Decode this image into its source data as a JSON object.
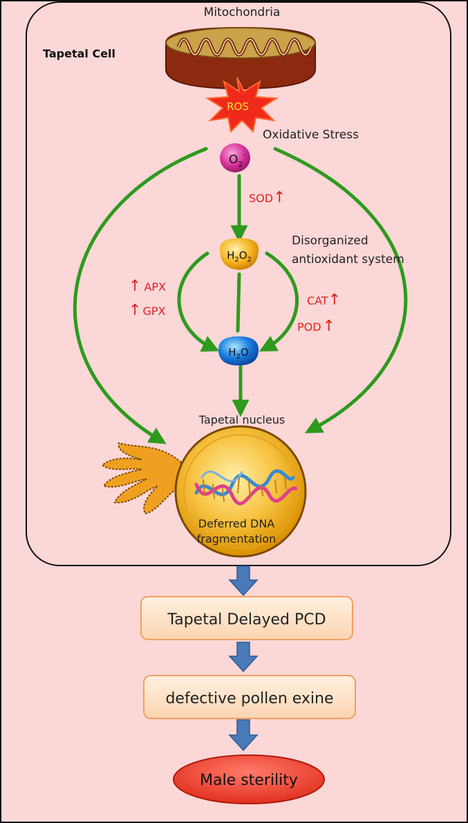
{
  "cell": {
    "title": "Tapetal Cell",
    "organelle_label": "Mitochondria",
    "ros_label": "ROS",
    "stress_label": "Oxidative Stress",
    "disorganized_line1": "Disorganized",
    "disorganized_line2": "antioxidant system",
    "nucleus_label": "Tapetal nucleus",
    "dna_line1": "Deferred DNA",
    "dna_line2": "fragmentation"
  },
  "molecules": {
    "superoxide": {
      "base": "O",
      "sub": "2",
      "sup": "-"
    },
    "peroxide": {
      "base1": "H",
      "sub1": "2",
      "base2": "O",
      "sub2": "2"
    },
    "water": {
      "base1": "H",
      "sub1": "2",
      "base2": "O"
    }
  },
  "enzymes": {
    "sod": "SOD",
    "apx": "APX",
    "gpx": "GPX",
    "cat": "CAT",
    "pod": "POD",
    "up_arrow": "↑"
  },
  "flow": {
    "step1": "Tapetal Delayed PCD",
    "step2": "defective pollen exine",
    "outcome": "Male sterility"
  },
  "colors": {
    "background": "#fbd7d7",
    "arrow_green": "#2e9a1e",
    "enzyme_red": "#e02020",
    "flow_arrow": "#4a7ab8",
    "box_border": "#f0a060",
    "outcome_fill": "#f03a2a"
  }
}
